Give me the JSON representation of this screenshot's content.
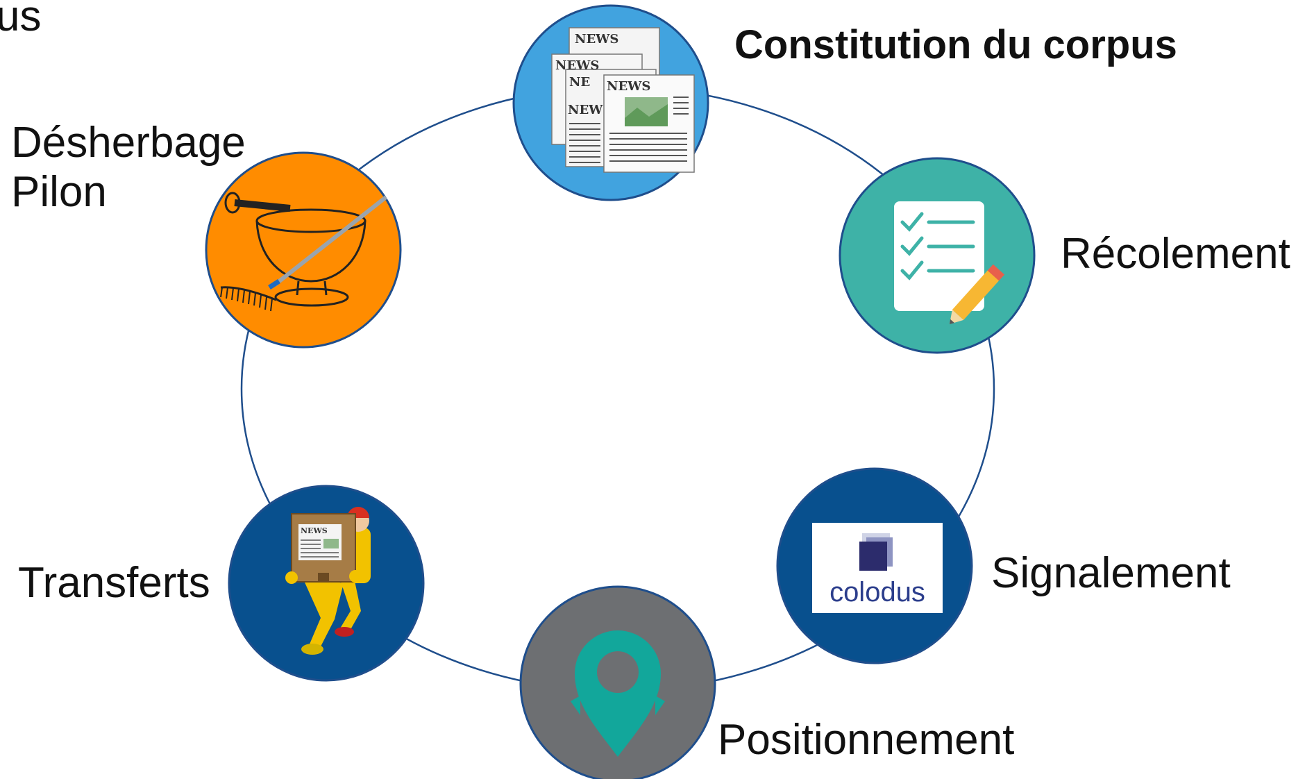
{
  "header_fragment": "us",
  "stages": [
    {
      "id": "constitution",
      "label": "Constitution du corpus",
      "icon": "newspapers-icon",
      "color": "#41A3DF",
      "bold": true
    },
    {
      "id": "recolement",
      "label": "Récolement",
      "icon": "checklist-pencil-icon",
      "color": "#3EB2A7"
    },
    {
      "id": "signalement",
      "label": "Signalement",
      "icon": "colodus-logo",
      "color": "#08508E",
      "logo_text": "colodus"
    },
    {
      "id": "positionnement",
      "label": "Positionnement",
      "icon": "map-pin-icon",
      "color": "#6D6F72",
      "accent": "#12A79B"
    },
    {
      "id": "transferts",
      "label": "Transferts",
      "icon": "mover-carrying-box-icon",
      "color": "#08508E"
    },
    {
      "id": "desherbage",
      "label_lines": [
        "Désherbage",
        "Pilon"
      ],
      "icon": "mortar-and-rake-icon",
      "color": "#FF8C00"
    }
  ],
  "cycle_line_color": "#1F4E8C"
}
